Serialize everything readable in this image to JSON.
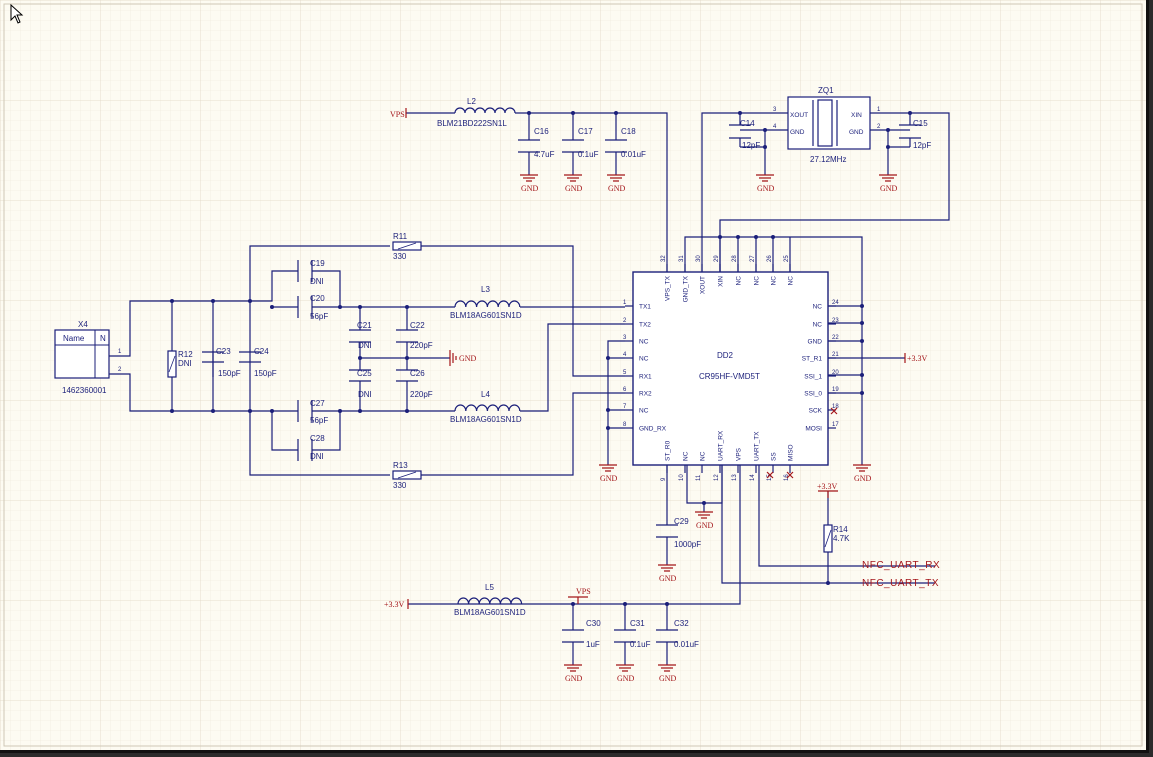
{
  "schematic": {
    "connector": {
      "ref": "X4",
      "header_name": "Name",
      "header_n": "N",
      "part": "1462360001",
      "pin1": "1",
      "pin2": "2"
    },
    "ic": {
      "ref": "DD2",
      "part": "CR95HF-VMD5T",
      "pins_left": [
        {
          "num": "1",
          "name": "TX1"
        },
        {
          "num": "2",
          "name": "TX2"
        },
        {
          "num": "3",
          "name": "NC"
        },
        {
          "num": "4",
          "name": "NC"
        },
        {
          "num": "5",
          "name": "RX1"
        },
        {
          "num": "6",
          "name": "RX2"
        },
        {
          "num": "7",
          "name": "NC"
        },
        {
          "num": "8",
          "name": "GND_RX"
        }
      ],
      "pins_right": [
        {
          "num": "24",
          "name": "NC"
        },
        {
          "num": "23",
          "name": "NC"
        },
        {
          "num": "22",
          "name": "GND"
        },
        {
          "num": "21",
          "name": "ST_R1"
        },
        {
          "num": "20",
          "name": "SSI_1"
        },
        {
          "num": "19",
          "name": "SSI_0"
        },
        {
          "num": "18",
          "name": "SCK"
        },
        {
          "num": "17",
          "name": "MOSI"
        }
      ],
      "pins_top": [
        {
          "num": "32",
          "name": "VPS_TX"
        },
        {
          "num": "31",
          "name": "GND_TX"
        },
        {
          "num": "30",
          "name": "XOUT"
        },
        {
          "num": "29",
          "name": "XIN"
        },
        {
          "num": "28",
          "name": "NC"
        },
        {
          "num": "27",
          "name": "NC"
        },
        {
          "num": "26",
          "name": "NC"
        },
        {
          "num": "25",
          "name": "NC"
        }
      ],
      "pins_bottom": [
        {
          "num": "9",
          "name": "ST_R0"
        },
        {
          "num": "10",
          "name": "NC"
        },
        {
          "num": "11",
          "name": "NC"
        },
        {
          "num": "12",
          "name": "UART_RX"
        },
        {
          "num": "13",
          "name": "VPS"
        },
        {
          "num": "14",
          "name": "UART_TX"
        },
        {
          "num": "15",
          "name": "SS"
        },
        {
          "num": "16",
          "name": "MISO"
        }
      ]
    },
    "crystal": {
      "ref": "ZQ1",
      "value": "27.12MHz",
      "pin_xout": "XOUT",
      "pin_gnd_l": "GND",
      "pin_xin": "XIN",
      "pin_gnd_r": "GND",
      "n3": "3",
      "n4": "4",
      "n1": "1",
      "n2": "2"
    },
    "components": {
      "L2": {
        "ref": "L2",
        "value": "BLM21BD222SN1L"
      },
      "L3": {
        "ref": "L3",
        "value": "BLM18AG601SN1D"
      },
      "L4": {
        "ref": "L4",
        "value": "BLM18AG601SN1D"
      },
      "L5": {
        "ref": "L5",
        "value": "BLM18AG601SN1D"
      },
      "R11": {
        "ref": "R11",
        "value": "330"
      },
      "R13": {
        "ref": "R13",
        "value": "330"
      },
      "R12": {
        "ref": "R12",
        "value": "DNI"
      },
      "R14": {
        "ref": "R14",
        "value": "4.7K"
      },
      "C14": {
        "ref": "C14",
        "value": "12pF"
      },
      "C15": {
        "ref": "C15",
        "value": "12pF"
      },
      "C16": {
        "ref": "C16",
        "value": "4.7uF"
      },
      "C17": {
        "ref": "C17",
        "value": "0.1uF"
      },
      "C18": {
        "ref": "C18",
        "value": "0.01uF"
      },
      "C19": {
        "ref": "C19",
        "value": "DNI"
      },
      "C20": {
        "ref": "C20",
        "value": "56pF"
      },
      "C21": {
        "ref": "C21",
        "value": "DNI"
      },
      "C22": {
        "ref": "C22",
        "value": "220pF"
      },
      "C23": {
        "ref": "C23",
        "value": "150pF"
      },
      "C24": {
        "ref": "C24",
        "value": "150pF"
      },
      "C25": {
        "ref": "C25",
        "value": "DNI"
      },
      "C26": {
        "ref": "C26",
        "value": "220pF"
      },
      "C27": {
        "ref": "C27",
        "value": "56pF"
      },
      "C28": {
        "ref": "C28",
        "value": "DNI"
      },
      "C29": {
        "ref": "C29",
        "value": "1000pF"
      },
      "C30": {
        "ref": "C30",
        "value": "1uF"
      },
      "C31": {
        "ref": "C31",
        "value": "0.1uF"
      },
      "C32": {
        "ref": "C32",
        "value": "0.01uF"
      }
    },
    "power": {
      "gnd": "GND",
      "vps": "VPS",
      "v33": "+3.3V"
    },
    "nets": {
      "uart_rx": "NFC_UART_RX",
      "uart_tx": "NFC_UART_TX"
    },
    "colors": {
      "wire": "#1b1f7a",
      "power": "#a4161a",
      "sheet": "#fdfbf2",
      "grid": "#e9e2d4"
    }
  }
}
